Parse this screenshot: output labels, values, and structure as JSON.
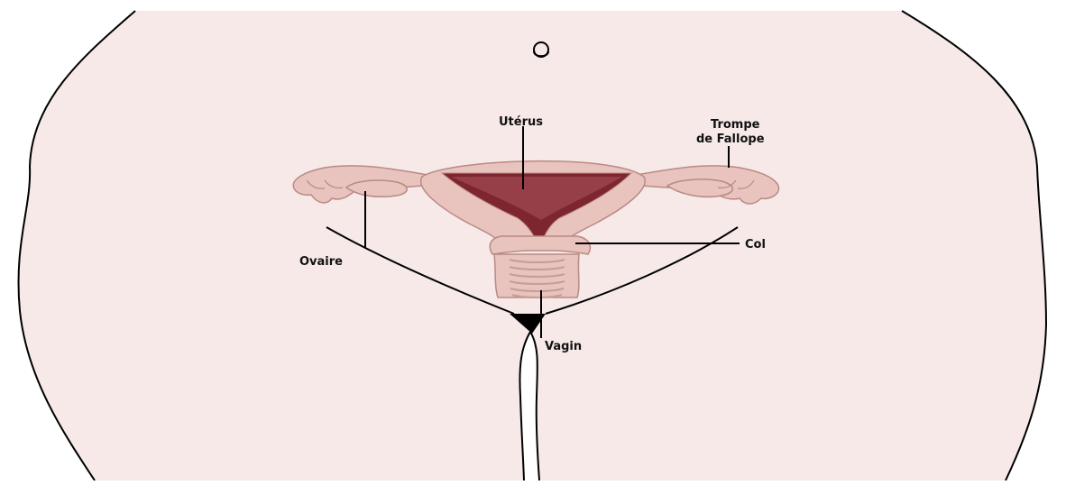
{
  "labels": {
    "uterus": "Utérus",
    "tube_line1": "Trompe",
    "tube_line2": "de Fallope",
    "ovary": "Ovaire",
    "cervix": "Col",
    "vagina": "Vagin"
  },
  "colors": {
    "background": "#ffffff",
    "body_fill": "#f6e9e8",
    "outline": "#000000",
    "organ_fill": "#e9c3bd",
    "organ_stroke": "#b98a84",
    "cavity_dark": "#7e2630",
    "cavity_mid": "#a24a52",
    "vaginal_ridges": "#c79d97"
  }
}
